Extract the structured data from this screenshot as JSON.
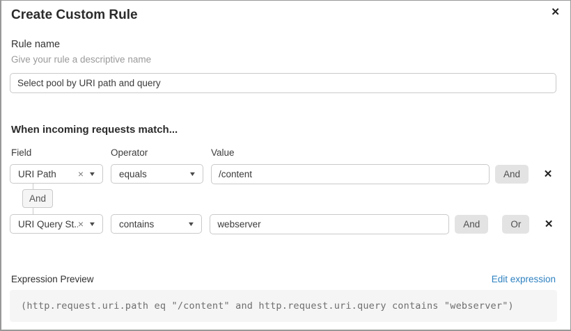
{
  "dialog": {
    "title": "Create Custom Rule"
  },
  "icons": {
    "close": "✕",
    "remove": "✕",
    "clear": "×",
    "caret_down": "▼"
  },
  "rule_name": {
    "label": "Rule name",
    "helper": "Give your rule a descriptive name",
    "value": "Select pool by URI path and query"
  },
  "match": {
    "heading": "When incoming requests match...",
    "columns": {
      "field": "Field",
      "operator": "Operator",
      "value": "Value"
    },
    "rows": [
      {
        "field": "URI Path",
        "operator": "equals",
        "value": "/content",
        "and_label": "And"
      },
      {
        "field": "URI Query St...",
        "operator": "contains",
        "value": "webserver",
        "and_label": "And",
        "or_label": "Or"
      }
    ],
    "connector_label": "And"
  },
  "expression": {
    "label": "Expression Preview",
    "edit_link": "Edit expression",
    "code": "(http.request.uri.path eq \"/content\" and http.request.uri.query contains \"webserver\")"
  },
  "colors": {
    "link_blue": "#2e81c0",
    "button_gray": "#e3e3e3",
    "code_background": "#f5f5f5",
    "border_gray": "#c9c9c9"
  }
}
